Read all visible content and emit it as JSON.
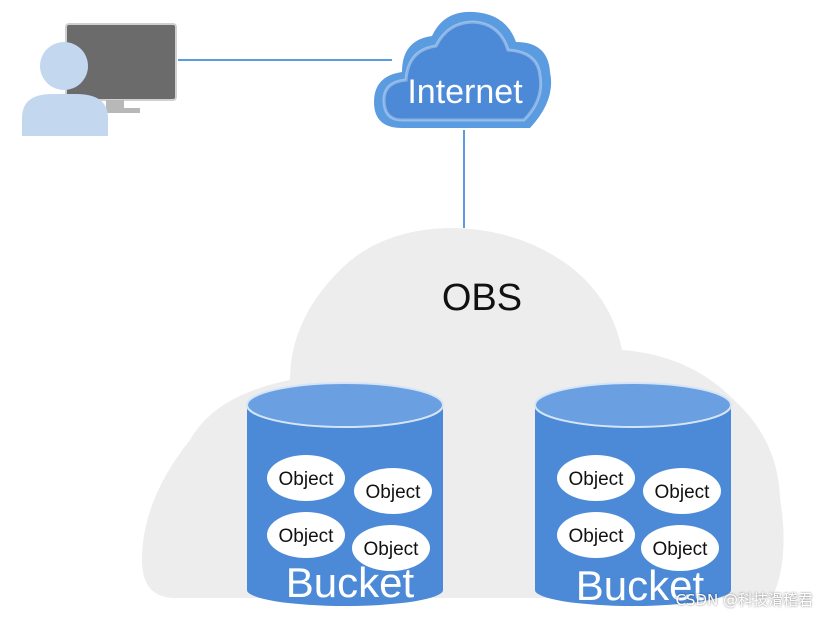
{
  "internet_label": "Internet",
  "obs_label": "OBS",
  "buckets": [
    {
      "label": "Bucket",
      "objects": [
        "Object",
        "Object",
        "Object",
        "Object"
      ]
    },
    {
      "label": "Bucket",
      "objects": [
        "Object",
        "Object",
        "Object",
        "Object"
      ]
    }
  ],
  "watermark": "CSDN @科技滑稽君",
  "colors": {
    "bucket_blue": "#4c8ad8",
    "internet_cloud": "#5b9be0",
    "obs_cloud": "#ededed",
    "user_icon": "#c3d8ef",
    "monitor": "#6b6b6b",
    "connector": "#5b9be0"
  }
}
